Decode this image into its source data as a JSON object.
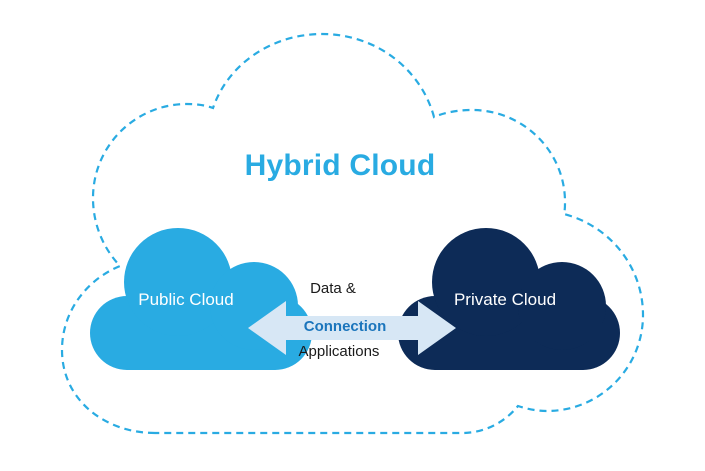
{
  "colors": {
    "light_blue": "#29ABE2",
    "navy": "#0D2B57",
    "arrow_fill": "#D7E7F5",
    "connection_blue": "#1B75BC",
    "text_dark": "#1A1A1A"
  },
  "diagram": {
    "title": "Hybrid Cloud",
    "public_cloud": {
      "label": "Public Cloud"
    },
    "private_cloud": {
      "label": "Private Cloud"
    },
    "connection": {
      "line1": "Data &",
      "line2": "Connection",
      "line3": "Applications"
    }
  }
}
